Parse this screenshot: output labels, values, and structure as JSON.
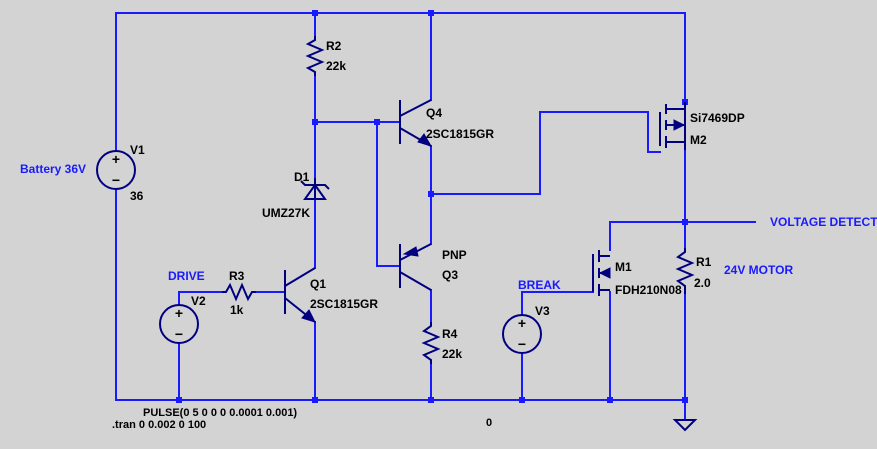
{
  "nets": {
    "battery": "Battery 36V",
    "drive": "DRIVE",
    "break": "BREAK",
    "motor": "24V MOTOR",
    "voltage_detect": "VOLTAGE DETECT"
  },
  "components": {
    "V1": {
      "ref": "V1",
      "value": "36"
    },
    "V2": {
      "ref": "V2"
    },
    "V3": {
      "ref": "V3"
    },
    "R1": {
      "ref": "R1",
      "value": "2.0"
    },
    "R2": {
      "ref": "R2",
      "value": "22k"
    },
    "R3": {
      "ref": "R3",
      "value": "1k"
    },
    "R4": {
      "ref": "R4",
      "value": "22k"
    },
    "D1": {
      "ref": "D1",
      "value": "UMZ27K"
    },
    "Q1": {
      "ref": "Q1",
      "value": "2SC1815GR"
    },
    "Q3": {
      "ref": "Q3",
      "value": "PNP"
    },
    "Q4": {
      "ref": "Q4",
      "value": "2SC1815GR"
    },
    "M1": {
      "ref": "M1",
      "value": "FDH210N08"
    },
    "M2": {
      "ref": "M2",
      "value": "Si7469DP"
    }
  },
  "directives": {
    "pulse": "PULSE(0 5 0 0 0 0.0001 0.001)",
    "tran": ".tran 0 0.002 0 100"
  },
  "ground_label": "0"
}
